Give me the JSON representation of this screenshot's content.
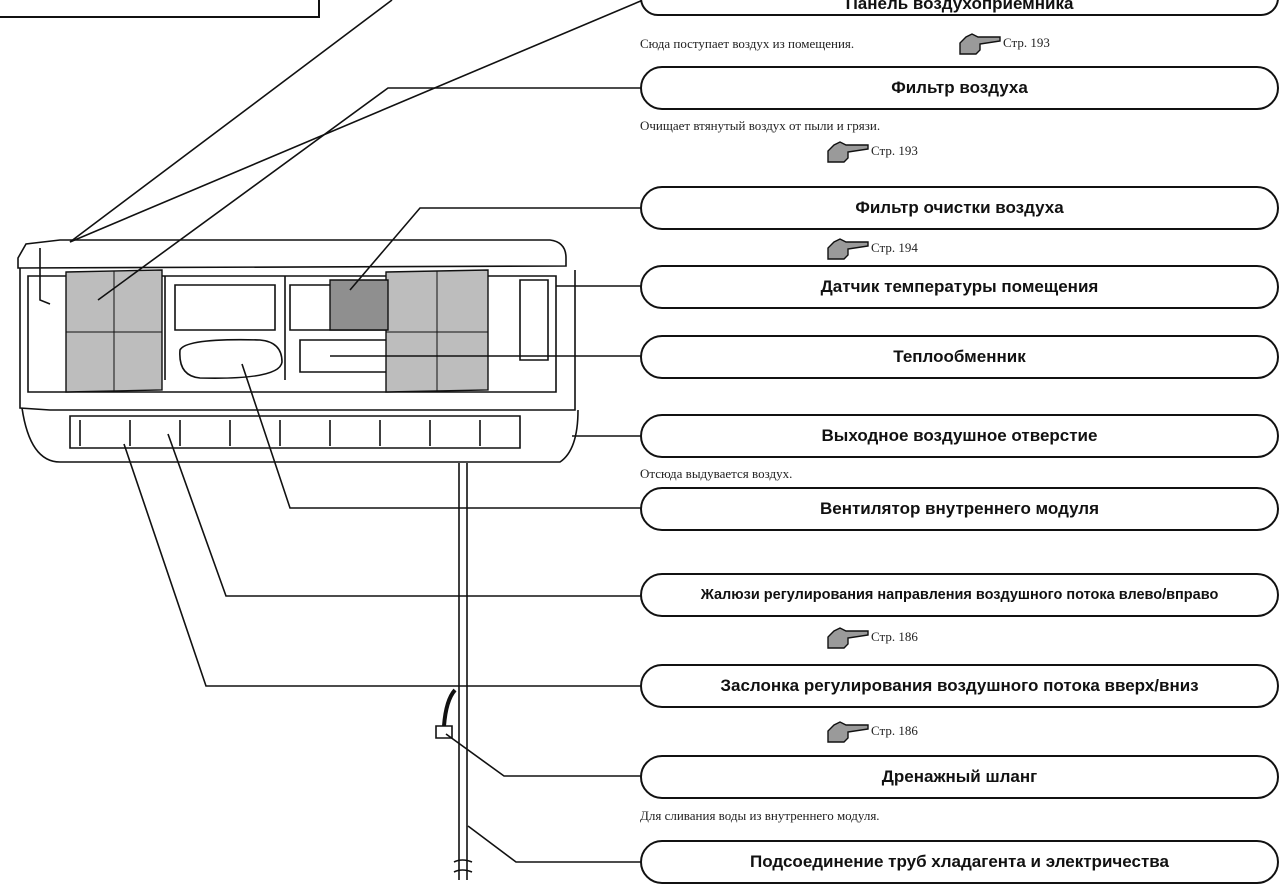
{
  "callouts": [
    {
      "id": "intake-panel",
      "label": "Панель воздухоприемника"
    },
    {
      "id": "air-filter",
      "label": "Фильтр воздуха"
    },
    {
      "id": "purifying-filter",
      "label": "Фильтр очистки воздуха"
    },
    {
      "id": "room-temp-sensor",
      "label": "Датчик температуры помещения"
    },
    {
      "id": "heat-exchanger",
      "label": "Теплообменник"
    },
    {
      "id": "air-outlet",
      "label": "Выходное воздушное отверстие"
    },
    {
      "id": "indoor-fan",
      "label": "Вентилятор внутреннего модуля"
    },
    {
      "id": "lr-louvers",
      "label": "Жалюзи регулирования направления воздушного потока влево/вправо"
    },
    {
      "id": "ud-flap",
      "label": "Заслонка регулирования воздушного потока вверх/вниз"
    },
    {
      "id": "drain-hose",
      "label": "Дренажный шланг"
    },
    {
      "id": "piping-connection",
      "label": "Подсоединение труб хладагента и электричества"
    }
  ],
  "notes": {
    "intake": "Сюда поступает воздух из помещения.",
    "filter": "Очищает втянутый воздух от пыли и грязи.",
    "outlet": "Отсюда выдувается воздух.",
    "drain": "Для сливания воды из внутреннего модуля."
  },
  "refs": {
    "intake": "Стр. 193",
    "filter": "Стр. 193",
    "purifying": "Стр. 194",
    "louvers": "Стр. 186",
    "flap": "Стр. 186"
  },
  "icons": [
    "pointing-hand-icon"
  ],
  "colors": {
    "line": "#111111",
    "filter_fill": "#bdbdbd",
    "hand_fill": "#9a9a9a"
  }
}
